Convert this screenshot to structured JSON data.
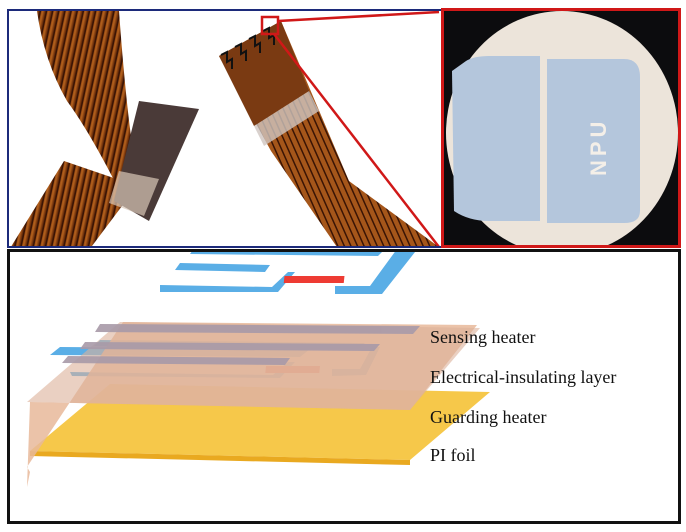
{
  "figure": {
    "top_panel": {
      "photo_description": "Flexible polyimide sensor strips with copper traces",
      "inset": {
        "magnified_text": "NPU",
        "border_color": "#d01818"
      },
      "border_color": "#1c2a7a"
    },
    "bottom_panel": {
      "layers": [
        {
          "label": "Sensing heater",
          "color": "#5aaee6"
        },
        {
          "label": "Electrical-insulating layer",
          "color": "#e8b89a"
        },
        {
          "label": "Guarding heater",
          "color": "#5aaee6"
        },
        {
          "label": "PI foil",
          "color": "#f6c84a"
        }
      ],
      "sensor_color": "#ee3b33"
    }
  }
}
